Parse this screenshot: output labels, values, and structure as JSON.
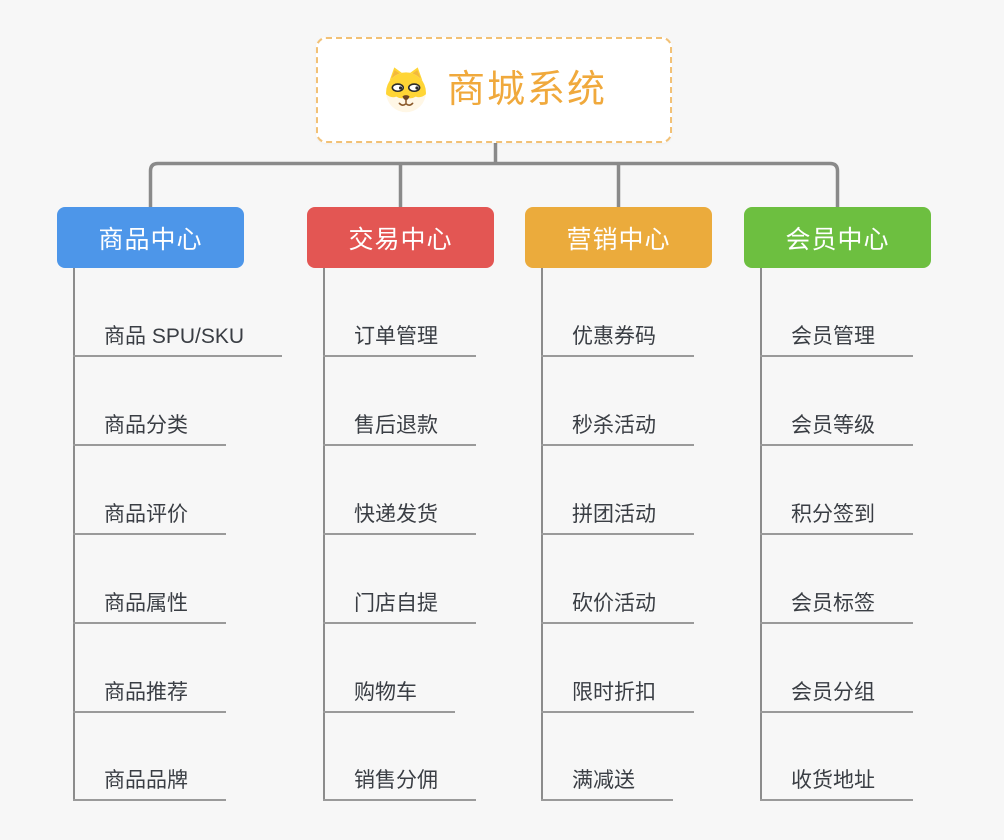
{
  "canvas": {
    "background": "#f7f7f7",
    "connector_color": "#8a8a8a"
  },
  "root": {
    "title": "商城系统",
    "icon": "shiba-dog-icon",
    "title_color": "#f0a93c",
    "border_color": "#f2c176"
  },
  "branches": [
    {
      "id": "product-center",
      "label": "商品中心",
      "color": "#4d96e9",
      "children": [
        "商品 SPU/SKU",
        "商品分类",
        "商品评价",
        "商品属性",
        "商品推荐",
        "商品品牌"
      ]
    },
    {
      "id": "trade-center",
      "label": "交易中心",
      "color": "#e35653",
      "children": [
        "订单管理",
        "售后退款",
        "快递发货",
        "门店自提",
        "购物车",
        "销售分佣"
      ]
    },
    {
      "id": "marketing-center",
      "label": "营销中心",
      "color": "#ebab3c",
      "children": [
        "优惠券码",
        "秒杀活动",
        "拼团活动",
        "砍价活动",
        "限时折扣",
        "满减送"
      ]
    },
    {
      "id": "member-center",
      "label": "会员中心",
      "color": "#6dbf40",
      "children": [
        "会员管理",
        "会员等级",
        "积分签到",
        "会员标签",
        "会员分组",
        "收货地址"
      ]
    }
  ]
}
